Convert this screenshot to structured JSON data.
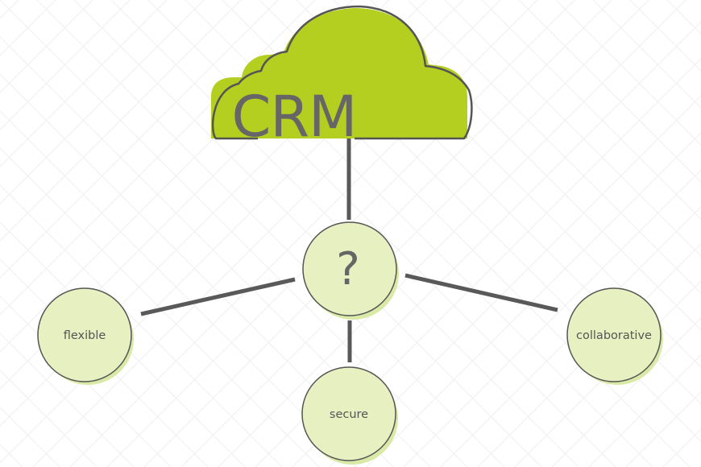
{
  "cloud": {
    "label": "CRM",
    "fill_color": "#b5cf21",
    "outline_color": "#555555"
  },
  "hub": {
    "label": "?"
  },
  "nodes": [
    {
      "label": "flexible"
    },
    {
      "label": "secure"
    },
    {
      "label": "collaborative"
    }
  ],
  "colors": {
    "node_fill": "#e6f0c1",
    "node_fill_shadow": "#d7e8a0",
    "connector": "#595959",
    "pattern": "#eeeeee"
  }
}
